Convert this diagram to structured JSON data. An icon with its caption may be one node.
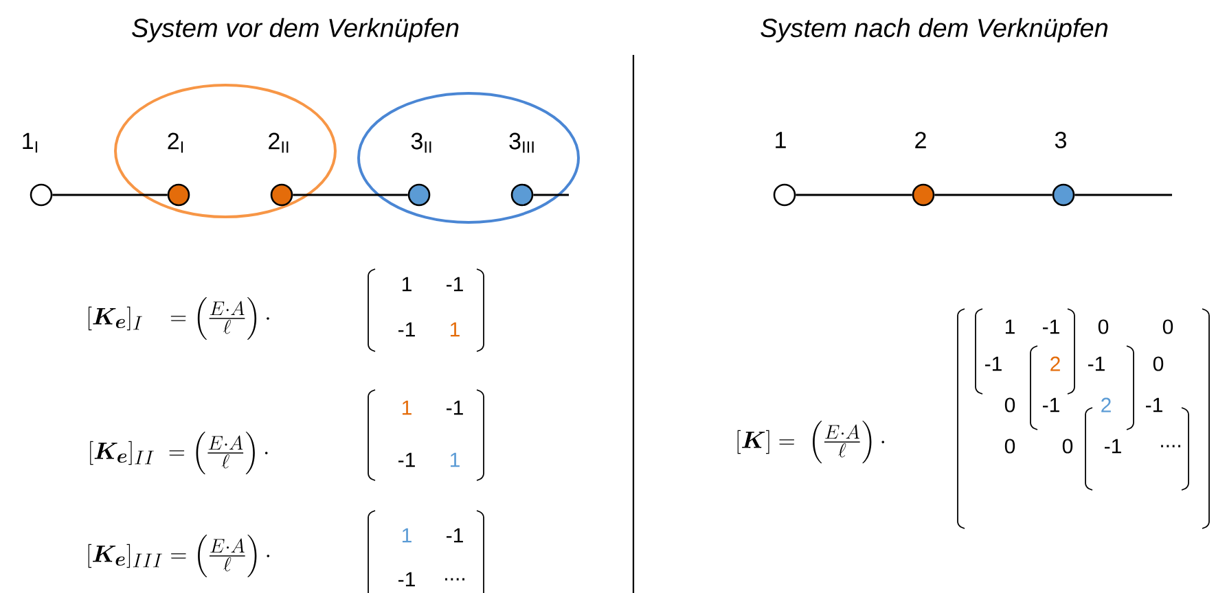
{
  "diagram": {
    "nodes": [
      {
        "text": [],
        "shape": "circle",
        "beside": [
          "1$_{I}$"
        ]
      },
      {
        "text": [],
        "shape": "circle",
        "beside": [
          "2$_{I}$"
        ]
      },
      {
        "text": [],
        "shape": "circle",
        "beside": [
          "2$_{II}$"
        ]
      },
      {
        "text": [],
        "shape": "circle",
        "beside": [
          "3$_{II}$"
        ]
      },
      {
        "text": [],
        "shape": "circle",
        "beside": [
          "3$_{III}$"
        ]
      },
      {
        "text": [],
        "shape": "circle",
        "beside": [
          "1"
        ]
      },
      {
        "text": [],
        "shape": "circle",
        "beside": [
          "2"
        ]
      },
      {
        "text": [],
        "shape": "circle",
        "beside": [
          "3"
        ]
      }
    ],
    "edges": [
      {
        "from": 0,
        "to": 1,
        "arrow": "none"
      },
      {
        "from": 2,
        "to": 3,
        "arrow": "none"
      },
      {
        "from": 4,
        "to": null,
        "arrow": "none"
      },
      {
        "from": 5,
        "to": 6,
        "arrow": "none"
      },
      {
        "from": 6,
        "to": 7,
        "arrow": "none"
      },
      {
        "from": 7,
        "to": null,
        "arrow": "none"
      }
    ],
    "labels": [
      "System vor dem Verknüpfen",
      "System nach dem Verknüpfen",
      "[\\boldsymbol{K}_{\\boldsymbol{e}}]_{I}\\;\\;\\;=\\left(\\frac{E\\cdot A}{\\ell}\\right)\\cdot",
      "1",
      "-1",
      "-1",
      "1",
      "[\\boldsymbol{K}_{\\boldsymbol{e}}]_{II}\\;=\\left(\\frac{E\\cdot A}{\\ell}\\right)\\cdot",
      "1",
      "-1",
      "-1",
      "1",
      "[\\boldsymbol{K}_{\\boldsymbol{e}}]_{III}=\\left(\\frac{E\\cdot A}{\\ell}\\right)\\cdot",
      "1",
      "-1",
      "-1",
      "....",
      "[\\boldsymbol{K}]=\\;\\left(\\frac{E\\cdot A}{\\ell}\\right)\\cdot",
      "1",
      "-1",
      "0",
      "0",
      "-1",
      "2",
      "-1",
      "0",
      "0",
      "-1",
      "2",
      "-1",
      "0",
      "0",
      "-1",
      "...."
    ]
  }
}
